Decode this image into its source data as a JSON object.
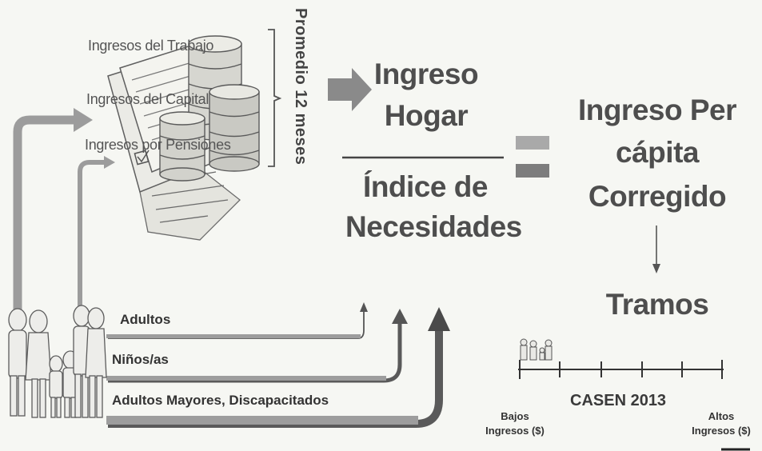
{
  "income_sources": {
    "work": "Ingresos del Trabajo",
    "capital": "Ingresos del Capital",
    "pensions": "Ingresos por Pensiones"
  },
  "period_label": "Promedio 12 meses",
  "fraction": {
    "numerator_line1": "Ingreso",
    "numerator_line2": "Hogar",
    "denominator_line1": "Índice de",
    "denominator_line2": "Necesidades"
  },
  "result": {
    "line1": "Ingreso Per",
    "line2": "cápita",
    "line3": "Corregido"
  },
  "brackets_title": "Tramos",
  "household_members": {
    "adults": "Adultos",
    "children": "Niños/as",
    "elderly_disabled": "Adultos Mayores, Discapacitados"
  },
  "axis": {
    "low_line1": "Bajos",
    "low_line2": "Ingresos ($)",
    "center": "CASEN 2013",
    "high_line1": "Altos",
    "high_line2": "Ingresos ($)"
  }
}
